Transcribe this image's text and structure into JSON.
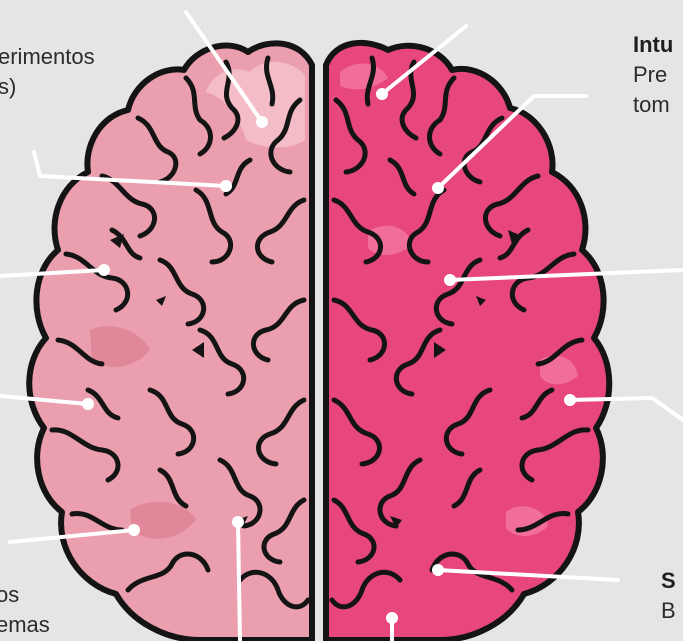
{
  "colors": {
    "background": "#e5e5e5",
    "left_hemisphere": "#eb9fae",
    "left_hemisphere_highlight": "#f6c6cf",
    "left_hemisphere_shadow": "#dc7d92",
    "right_hemisphere": "#e8467f",
    "right_hemisphere_highlight": "#f2789f",
    "right_hemisphere_shadow": "#c72f65",
    "outline": "#141414",
    "leader_lines": "#ffffff"
  },
  "labels": {
    "top_left": {
      "line1": "erimentos",
      "line2": "s)"
    },
    "top_right": {
      "title": "Intu",
      "line1": "Pre",
      "line2": "tom"
    },
    "bottom_left": {
      "line1": "os",
      "line2": "emas"
    },
    "bottom_right": {
      "title": "S",
      "line1": "B"
    }
  }
}
